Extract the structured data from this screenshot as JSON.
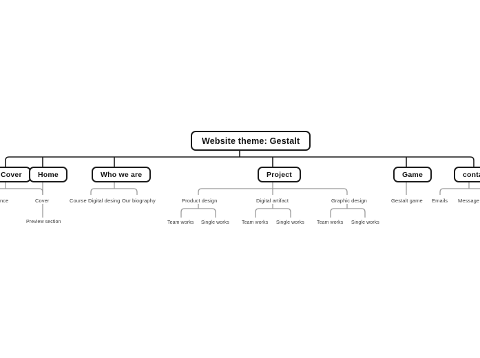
{
  "diagram": {
    "type": "sitemap-tree",
    "title": "Website theme: Gestalt",
    "colors": {
      "node_border": "#1b1b1b",
      "node_fill": "#ffffff",
      "node_text": "#111111",
      "connector_primary": "#1b1b1b",
      "connector_secondary": "#9a9a9a",
      "leaf_text": "#3b3b3b",
      "background": "#ffffff"
    },
    "root": {
      "label": "Website theme: Gestalt"
    },
    "branches": [
      {
        "label": "Cover",
        "clipped": true,
        "children": [
          {
            "label": "entence",
            "clipped": true,
            "children": []
          },
          {
            "label": "Cover",
            "children": [
              {
                "label": "Preview section"
              }
            ]
          }
        ]
      },
      {
        "label": "Home",
        "children": []
      },
      {
        "label": "Who we are",
        "children": [
          {
            "label": "Course Digital desing",
            "children": []
          },
          {
            "label": "Our biography",
            "children": []
          }
        ]
      },
      {
        "label": "Project",
        "children": [
          {
            "label": "Product design",
            "children": [
              {
                "label": "Team works"
              },
              {
                "label": "Single works"
              }
            ]
          },
          {
            "label": "Digital artifact",
            "children": [
              {
                "label": "Team works"
              },
              {
                "label": "Single works"
              }
            ]
          },
          {
            "label": "Graphic design",
            "children": [
              {
                "label": "Team works"
              },
              {
                "label": "Single works"
              }
            ]
          }
        ]
      },
      {
        "label": "Game",
        "children": [
          {
            "label": "Gestalt game",
            "children": []
          }
        ]
      },
      {
        "label": "contact",
        "clipped": true,
        "children": [
          {
            "label": "Emails",
            "children": []
          },
          {
            "label": "Message box",
            "clipped": true,
            "children": []
          }
        ]
      }
    ],
    "flat": {
      "root_label": "Website theme: Gestalt",
      "n2_cover": "Cover",
      "n2_home": "Home",
      "n2_whoweare": "Who we are",
      "n2_project": "Project",
      "n2_game": "Game",
      "n2_contact": "contact",
      "n3_sentence": "entence",
      "n3_cover": "Cover",
      "n3_course": "Course Digital desing",
      "n3_biography": "Our biography",
      "n3_product": "Product design",
      "n3_artifact": "Digital artifact",
      "n3_graphic": "Graphic design",
      "n3_gestaltgame": "Gestalt game",
      "n3_emails": "Emails",
      "n3_messagebox": "Message box",
      "n4_preview": "Preview section",
      "n4_team_1": "Team works",
      "n4_single_1": "Single works",
      "n4_team_2": "Team works",
      "n4_single_2": "Single works",
      "n4_team_3": "Team works",
      "n4_single_3": "Single works"
    }
  }
}
